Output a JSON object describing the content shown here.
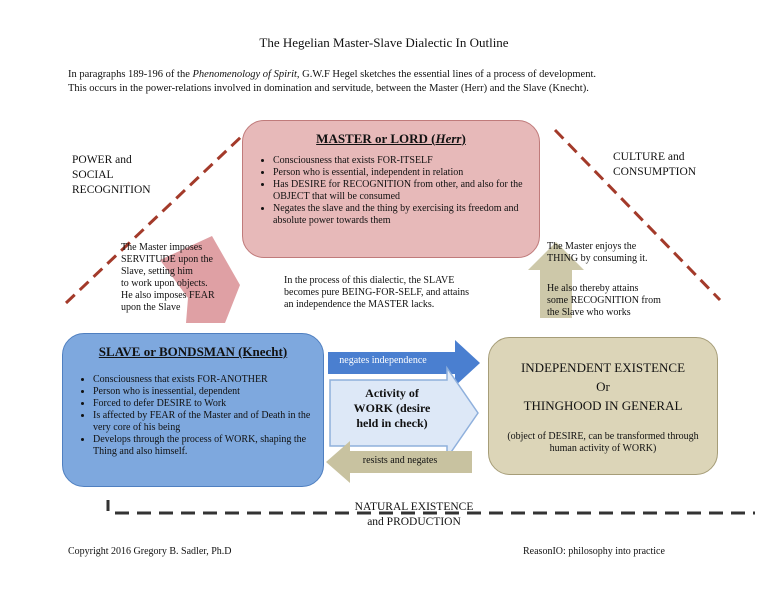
{
  "title": "The Hegelian Master-Slave Dialectic In Outline",
  "intro": {
    "text_before": "In paragraphs 189-196 of the ",
    "work_title": "Phenomenology of Spirit",
    "text_after_line1": ", G.W.F Hegel sketches the essential lines of a process of development.",
    "line2": "This occurs in the power-relations involved in domination and servitude, between the Master (Herr) and the Slave (Knecht)."
  },
  "corner_labels": {
    "power_lines": [
      "POWER and",
      "SOCIAL",
      "RECOGNITION"
    ],
    "culture_lines": [
      "CULTURE and",
      "CONSUMPTION"
    ],
    "natural_lines": [
      "NATURAL EXISTENCE",
      "and PRODUCTION"
    ]
  },
  "master": {
    "title_prefix": "MASTER or LORD (",
    "title_term": "Herr",
    "title_suffix": ")",
    "points": [
      "Consciousness that exists FOR-ITSELF",
      "Person who is essential, independent in relation",
      "Has DESIRE for RECOGNITION from other, and also for the OBJECT that will be consumed",
      "Negates the slave and the thing by exercising its freedom and absolute power towards them"
    ]
  },
  "slave": {
    "title": "SLAVE or BONDSMAN (Knecht)",
    "points": [
      "Consciousness that exists FOR-ANOTHER",
      "Person who is inessential, dependent",
      "Forced to defer DESIRE to Work",
      "Is affected by FEAR of the Master and of Death in the very core of his being",
      "Develops through the process of WORK, shaping the Thing and also himself."
    ]
  },
  "independent": {
    "title_lines": [
      "INDEPENDENT EXISTENCE",
      "Or",
      "THINGHOOD IN GENERAL"
    ],
    "note": "(object of DESIRE, can be transformed through human activity of  WORK)"
  },
  "master_imposes_lines": [
    "The Master imposes",
    "SERVITUDE upon the",
    "Slave, setting him",
    "to work upon objects.",
    "He also imposes FEAR",
    "upon the Slave"
  ],
  "master_enjoys_lines": [
    "The Master enjoys the",
    "THING by consuming it."
  ],
  "master_recognition_lines": [
    "He also thereby attains",
    "some RECOGNITION from",
    "the Slave who works"
  ],
  "dialectic_lines": [
    "In the process of this dialectic, the SLAVE",
    "becomes pure BEING-FOR-SELF, and attains",
    "an independence the MASTER lacks."
  ],
  "work_lines": [
    "Activity of",
    "WORK (desire",
    "held in check)"
  ],
  "arrow_labels": {
    "negates": "negates independence",
    "resists": "resists and negates"
  },
  "footer": {
    "copyright": "Copyright 2016 Gregory B. Sadler, Ph.D",
    "brand": "ReasonIO: philosophy into practice"
  },
  "colors": {
    "master_fill": "#e7b9b9",
    "slave_fill": "#7ea8de",
    "independent_fill": "#dcd5b8",
    "dashed_line": "#a33a2a",
    "blue_arrow": "#4a7fd0",
    "tan_arrow": "#c8c2a0"
  }
}
